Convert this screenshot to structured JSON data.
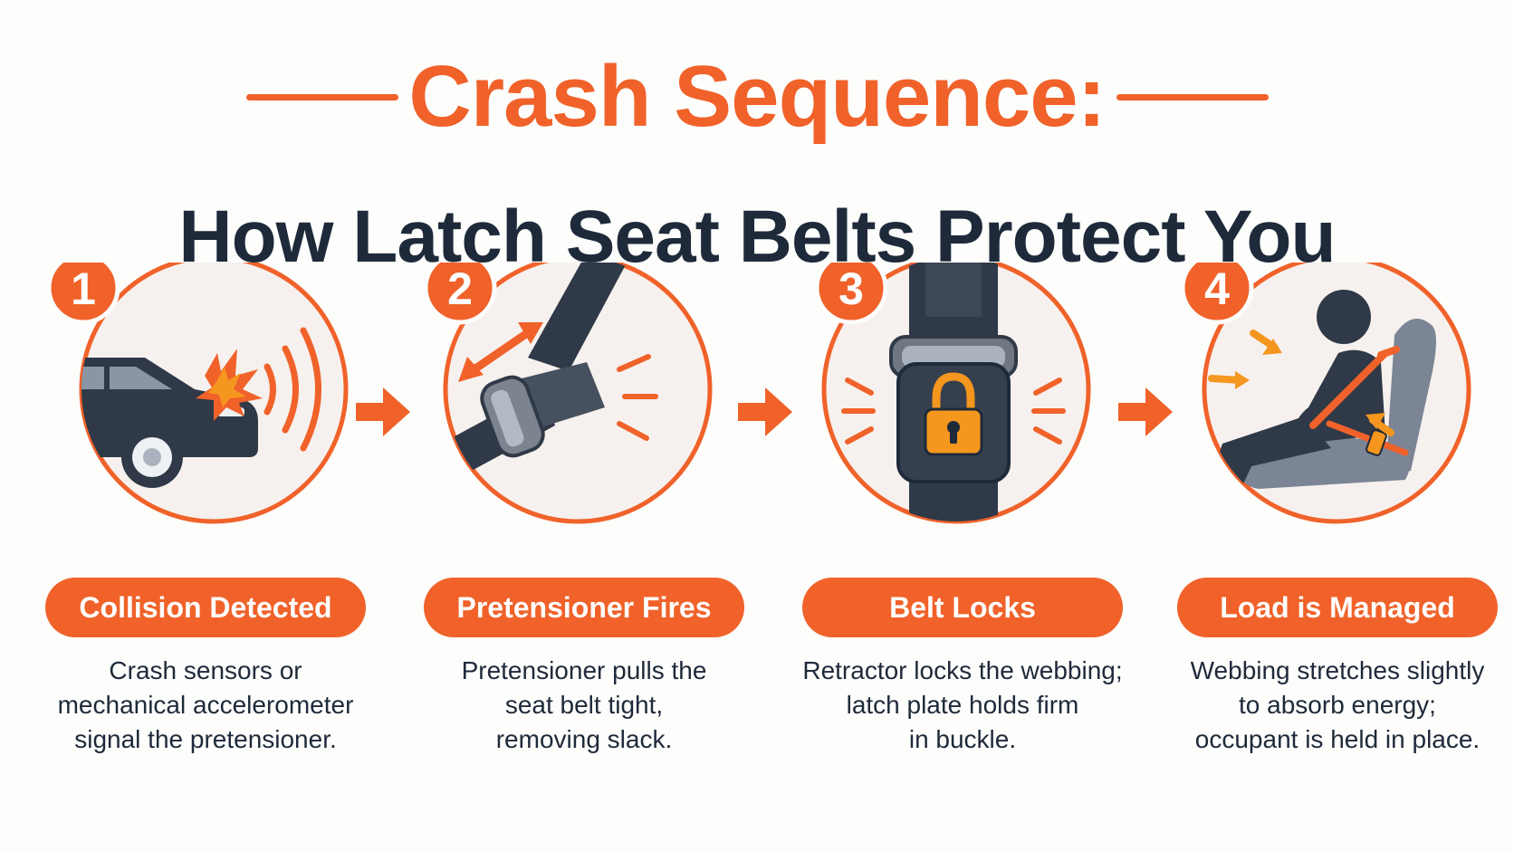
{
  "title": {
    "line1": "Crash Sequence:",
    "line2": "How Latch Seat Belts Protect You"
  },
  "colors": {
    "accent": "#f0622a",
    "navy": "#1e2a3a",
    "belt": "#2f3947",
    "circle_fill": "#f6f1ee",
    "lock": "#f5961f"
  },
  "steps": [
    {
      "number": "1",
      "title": "Collision Detected",
      "desc_lines": [
        "Crash sensors or",
        "mechanical accelerometer",
        "signal the pretensioner."
      ],
      "icon": "car-collision-icon"
    },
    {
      "number": "2",
      "title": "Pretensioner Fires",
      "desc_lines": [
        "Pretensioner pulls the",
        "seat belt tight,",
        "removing slack."
      ],
      "icon": "belt-tightening-icon"
    },
    {
      "number": "3",
      "title": "Belt Locks",
      "desc_lines": [
        "Retractor locks the webbing;",
        "latch plate holds firm",
        "in buckle."
      ],
      "icon": "padlock-buckle-icon"
    },
    {
      "number": "4",
      "title": "Load is Managed",
      "desc_lines": [
        "Webbing stretches slightly",
        "to absorb energy;",
        "occupant is held in place."
      ],
      "icon": "seated-occupant-icon"
    }
  ],
  "arrows": [
    "right-arrow-icon",
    "right-arrow-icon",
    "right-arrow-icon"
  ]
}
